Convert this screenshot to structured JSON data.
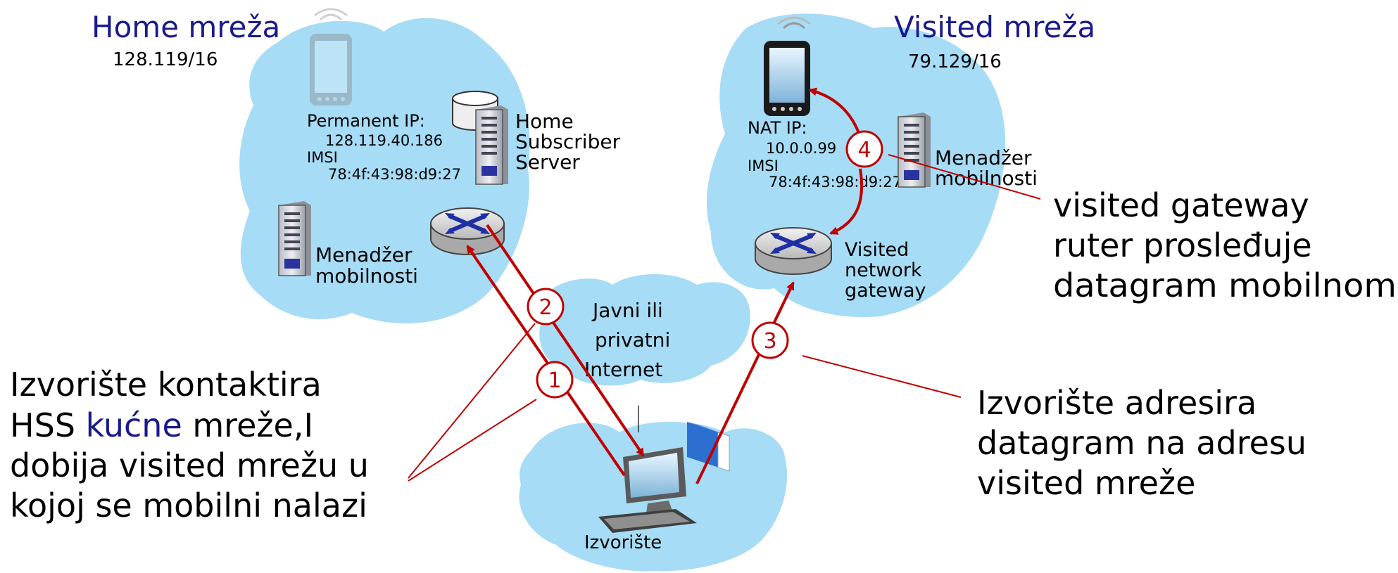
{
  "colors": {
    "cloud": "#a6dcf5",
    "arrow": "#c00000",
    "title_blue": "#1a1a8c",
    "text": "#000000"
  },
  "home": {
    "title": "Home mreža",
    "prefix": "128.119/16",
    "permanent_ip_label": "Permanent IP:",
    "permanent_ip": "128.119.40.186",
    "imsi_label": "IMSI",
    "imsi": "78:4f:43:98:d9:27",
    "hss_line1": "Home",
    "hss_line2": "Subscriber",
    "hss_line3": "Server",
    "mm_line1": "Menadžer",
    "mm_line2": "mobilnosti"
  },
  "visited": {
    "title": "Visited mreža",
    "prefix": "79.129/16",
    "nat_ip_label": "NAT IP:",
    "nat_ip": "10.0.0.99",
    "imsi_label": "IMSI",
    "imsi": "78:4f:43:98:d9:27",
    "mm_line1": "Menadžer",
    "mm_line2": "mobilnosti",
    "gw_line1": "Visited",
    "gw_line2": "network",
    "gw_line3": "gateway"
  },
  "internet": {
    "line1": "Javni ili",
    "line2": "privatni",
    "line3": "Internet"
  },
  "source_label": "Izvorište",
  "steps": [
    "1",
    "2",
    "3",
    "4"
  ],
  "callouts": {
    "left": {
      "line1": "Izvorište kontaktira",
      "line2_a": "HSS ",
      "line2_b": "kućne",
      "line2_c": " mreže,I",
      "line3": "dobija visited mrežu u",
      "line4": "kojoj se mobilni nalazi"
    },
    "right_bottom": {
      "line1": "Izvorište adresira",
      "line2": "datagram na adresu",
      "line3": "visited mreže"
    },
    "right_top": {
      "line1": "visited gateway",
      "line2": "ruter prosleđuje",
      "line3": "datagram mobilnom"
    }
  }
}
